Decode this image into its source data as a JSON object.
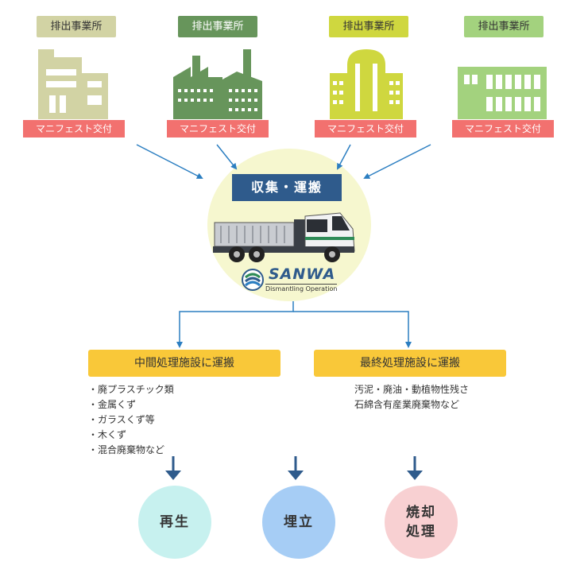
{
  "sources": [
    {
      "label": "排出事業所",
      "manifest": "マニフェスト交付",
      "color": "#d2d3a4"
    },
    {
      "label": "排出事業所",
      "manifest": "マニフェスト交付",
      "color": "#67955b"
    },
    {
      "label": "排出事業所",
      "manifest": "マニフェスト交付",
      "color": "#cfd73f"
    },
    {
      "label": "排出事業所",
      "manifest": "マニフェスト交付",
      "color": "#a3d27e"
    }
  ],
  "collection": {
    "label": "収集・運搬"
  },
  "brand": {
    "name": "SANWA",
    "tagline": "Dismantling Operation"
  },
  "facilities": [
    {
      "label": "中間処理施設に運搬",
      "items": [
        "・廃プラスチック類",
        "・金属くず",
        "・ガラスくず等",
        "・木くず",
        "・混合廃棄物など"
      ]
    },
    {
      "label": "最終処理施設に運搬",
      "items": [
        "汚泥・廃油・動植物性残さ",
        "石綿含有産業廃棄物など"
      ]
    }
  ],
  "results": [
    {
      "line1": "再生",
      "line2": "",
      "color": "#c7f1ef"
    },
    {
      "line1": "埋立",
      "line2": "",
      "color": "#a6cdf5"
    },
    {
      "line1": "焼却",
      "line2": "処理",
      "color": "#f8d0d2"
    }
  ],
  "colors": {
    "arrow": "#2b7ec1",
    "manifest_bg": "#f2716f",
    "collect_bg": "#2f5b8c",
    "facility_bg": "#f9c839"
  }
}
